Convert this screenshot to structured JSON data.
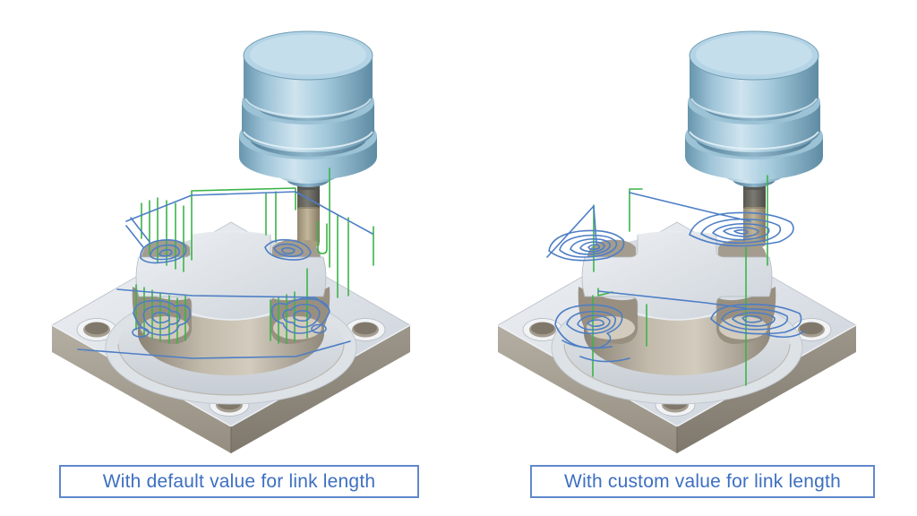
{
  "figure": {
    "panels": [
      {
        "id": "default",
        "caption": "With default value for link length"
      },
      {
        "id": "custom",
        "caption": "With custom value for link length"
      }
    ]
  },
  "colors": {
    "background": "#ffffff",
    "caption_text": "#3d6fc1",
    "caption_border": "#6088cc",
    "toolpath_green": "#3cb44a",
    "toolpath_blue": "#4d7ec5",
    "tool_body_blue": "#a9cde1",
    "tool_shaft_gray": "#6e6d66",
    "tool_tip_tan": "#b6aa8e",
    "part_top_gray": "#e3e7ec",
    "part_side_tan": "#a09a8e"
  }
}
